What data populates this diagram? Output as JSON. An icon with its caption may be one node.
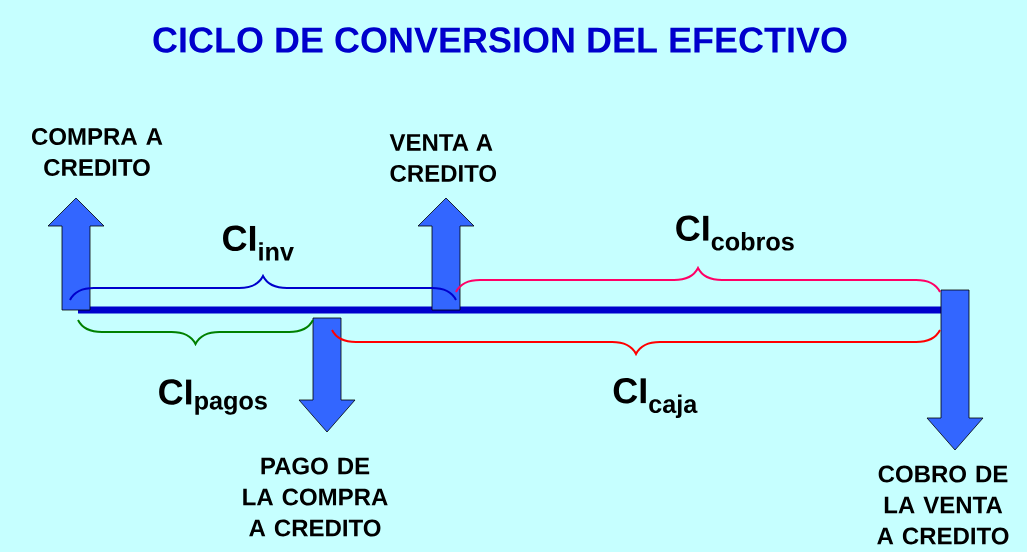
{
  "diagram": {
    "title": "CICLO DE CONVERSION DEL EFECTIVO",
    "labels": [
      "COMPRA A CREDITO",
      "VENTA A CREDITO",
      "CI$_{inv}$",
      "CI$_{cobros}$",
      "CI$_{pagos}$",
      "CI$_{caja}$",
      "PAGO DE LA COMPRA A CREDITO",
      "COBRO DE LA VENTA A CREDITO"
    ]
  }
}
